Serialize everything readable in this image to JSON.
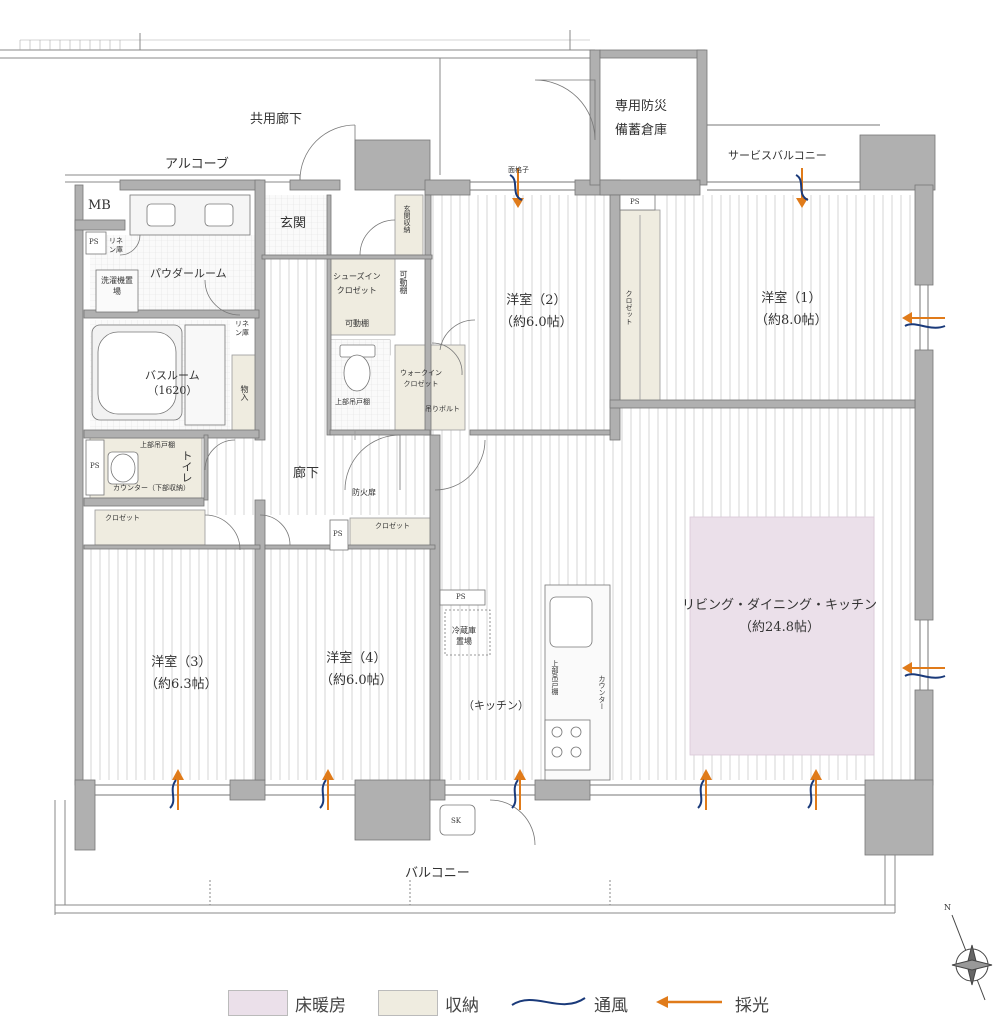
{
  "colors": {
    "wall": "#b0b0b0",
    "floor_heating": "#ebe0ea",
    "storage": "#efece0",
    "wind": "#1a3a7a",
    "light": "#e07b1a",
    "stripe": "#d4d4d4"
  },
  "labels": {
    "corridor_common": "共用廊下",
    "alcove": "アルコーブ",
    "mb": "MB",
    "disaster_storage": "専用防災\n備蓄倉庫",
    "service_balcony": "サービスバルコニー",
    "entrance": "玄関",
    "entrance_storage": "玄関収納",
    "shoes_closet": "シューズイン\nクロゼット",
    "movable_shelf_v": "可動棚",
    "movable_shelf_h": "可動棚",
    "powder_room": "パウダールーム",
    "washer": "洗濯機置場",
    "linen1": "リネン庫",
    "linen2": "リネン庫",
    "bathroom": "バスルーム\n（1620）",
    "storage_in": "物入",
    "upper_cabinet1": "上部吊戸棚",
    "walkin": "ウォークイン\nクロゼット",
    "hanging_bolt": "吊りボルト",
    "toilet1": "トイレ",
    "upper_cabinet2": "上部吊戸棚",
    "counter_below": "カウンター（下部収納）",
    "hallway": "廊下",
    "fire_door": "防火扉",
    "lattice": "面格子",
    "western2": "洋室（2）\n（約6.0帖）",
    "western1": "洋室（1）\n（約8.0帖）",
    "closet_v": "クロゼット",
    "closet3": "クロゼット",
    "closet4": "クロゼット",
    "western3": "洋室（3）\n（約6.3帖）",
    "western4": "洋室（4）\n（約6.0帖）",
    "fridge": "冷蔵庫\n置場",
    "kitchen": "（キッチン）",
    "ldk": "リビング・ダイニング・キッチン\n（約24.8帖）",
    "upper_cabinet3": "上部吊戸棚",
    "counter": "カウンター",
    "balcony": "バルコニー",
    "sk": "SK",
    "ps": "PS",
    "n": "N"
  },
  "legend": {
    "floor_heating": "床暖房",
    "storage": "収納",
    "ventilation": "通風",
    "daylight": "採光"
  }
}
